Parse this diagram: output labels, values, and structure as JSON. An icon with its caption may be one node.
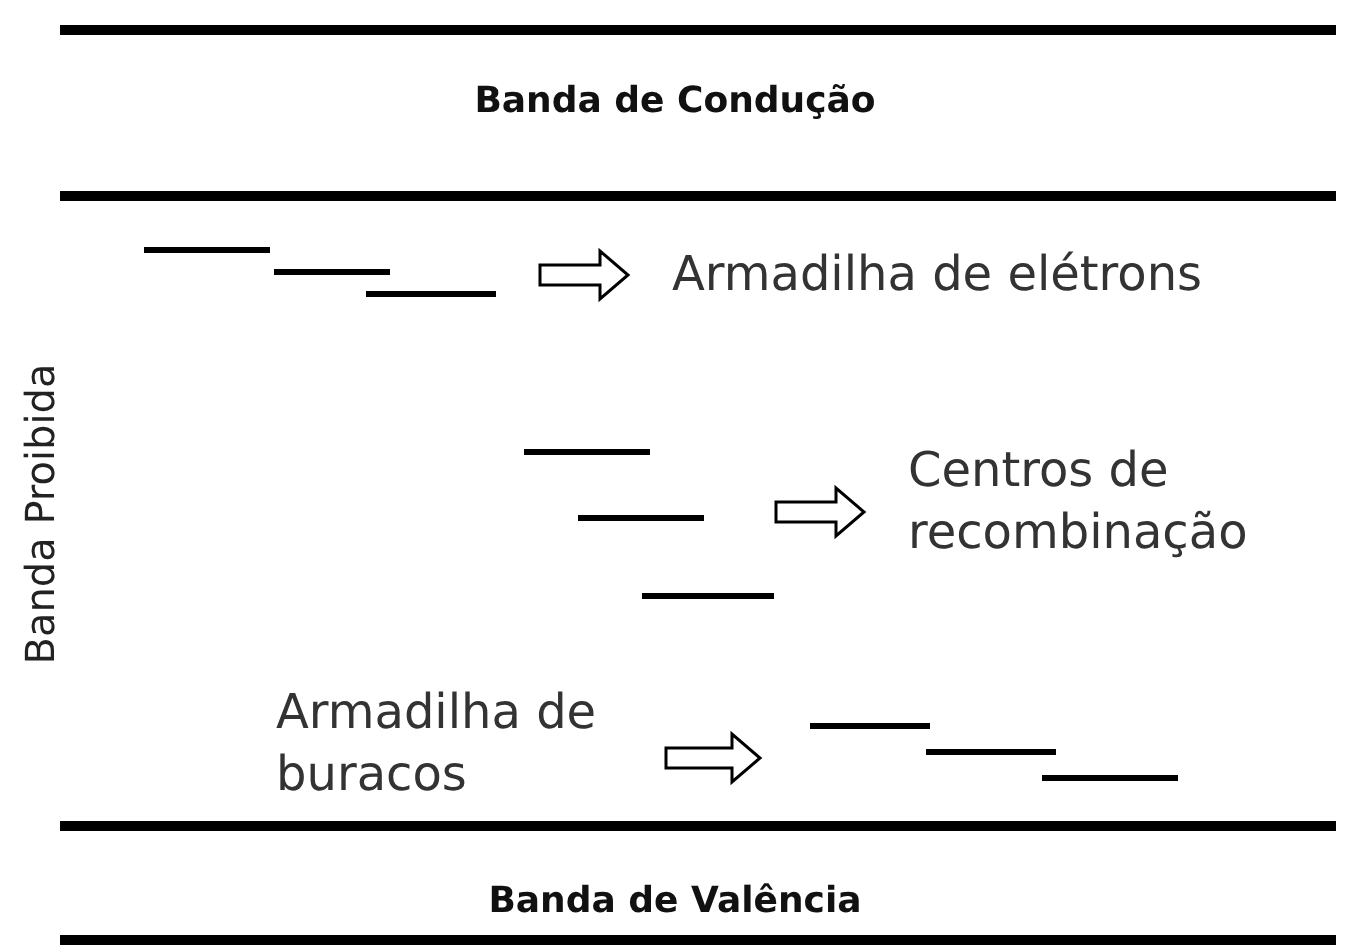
{
  "diagram": {
    "nodes": [
      {
        "text": [],
        "shape": "bar"
      },
      {
        "text": [
          "Armadilha de elétrons"
        ]
      },
      {
        "text": [],
        "shape": "bar"
      },
      {
        "text": [
          "Centros de recombinação"
        ]
      },
      {
        "text": [
          "Armadilha de buracos"
        ]
      },
      {
        "text": [],
        "shape": "bar"
      }
    ],
    "edges": [
      {
        "from": 0,
        "to": 1,
        "arrow": "to"
      },
      {
        "from": 2,
        "to": 3,
        "arrow": "to"
      },
      {
        "from": 4,
        "to": 5,
        "arrow": "to"
      }
    ],
    "labels": [
      "Banda de Condução",
      "Banda Proibida",
      "Banda de Valência"
    ]
  }
}
